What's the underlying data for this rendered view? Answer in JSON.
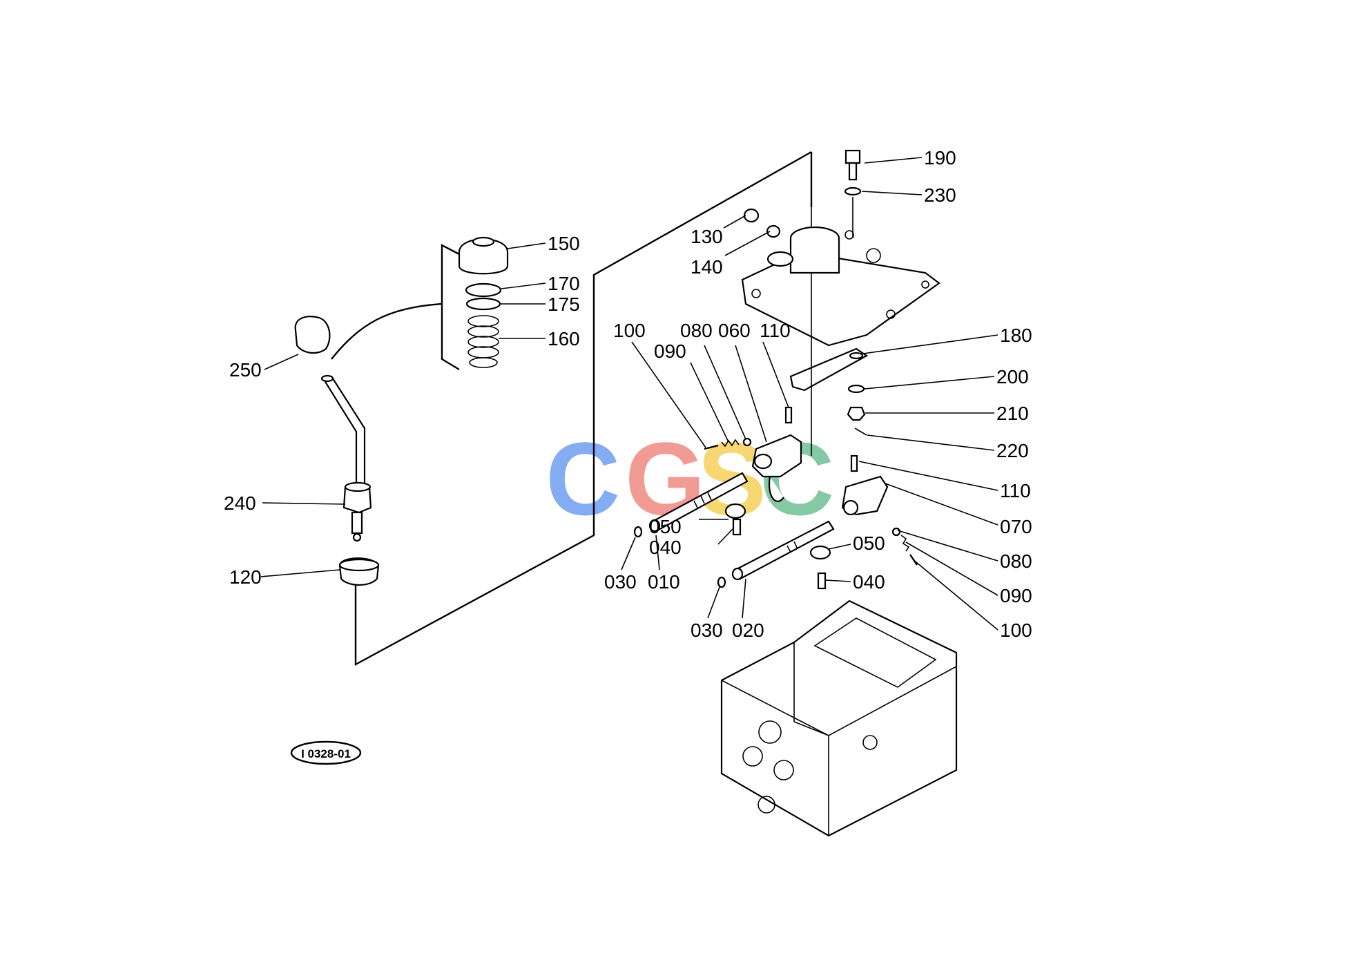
{
  "figure_code": "I 0328-01",
  "watermark": {
    "letters": [
      "C",
      "G",
      "S",
      "C"
    ],
    "colors": [
      "#6f9ef2",
      "#ef8a83",
      "#f5d15a",
      "#6fbf95"
    ]
  },
  "labels": {
    "l190": "190",
    "l230": "230",
    "l130": "130",
    "l140": "140",
    "l150": "150",
    "l170": "170",
    "l175": "175",
    "l160": "160",
    "l250": "250",
    "l240": "240",
    "l120": "120",
    "l180": "180",
    "l200": "200",
    "l210": "210",
    "l220": "220",
    "l110a": "110",
    "l110b": "110",
    "l100a": "100",
    "l100b": "100",
    "l090a": "090",
    "l090b": "090",
    "l080a": "080",
    "l080b": "080",
    "l060": "060",
    "l070": "070",
    "l050a": "050",
    "l050b": "050",
    "l040a": "040",
    "l040b": "040",
    "l030a": "030",
    "l030b": "030",
    "l010": "010",
    "l020": "020"
  }
}
